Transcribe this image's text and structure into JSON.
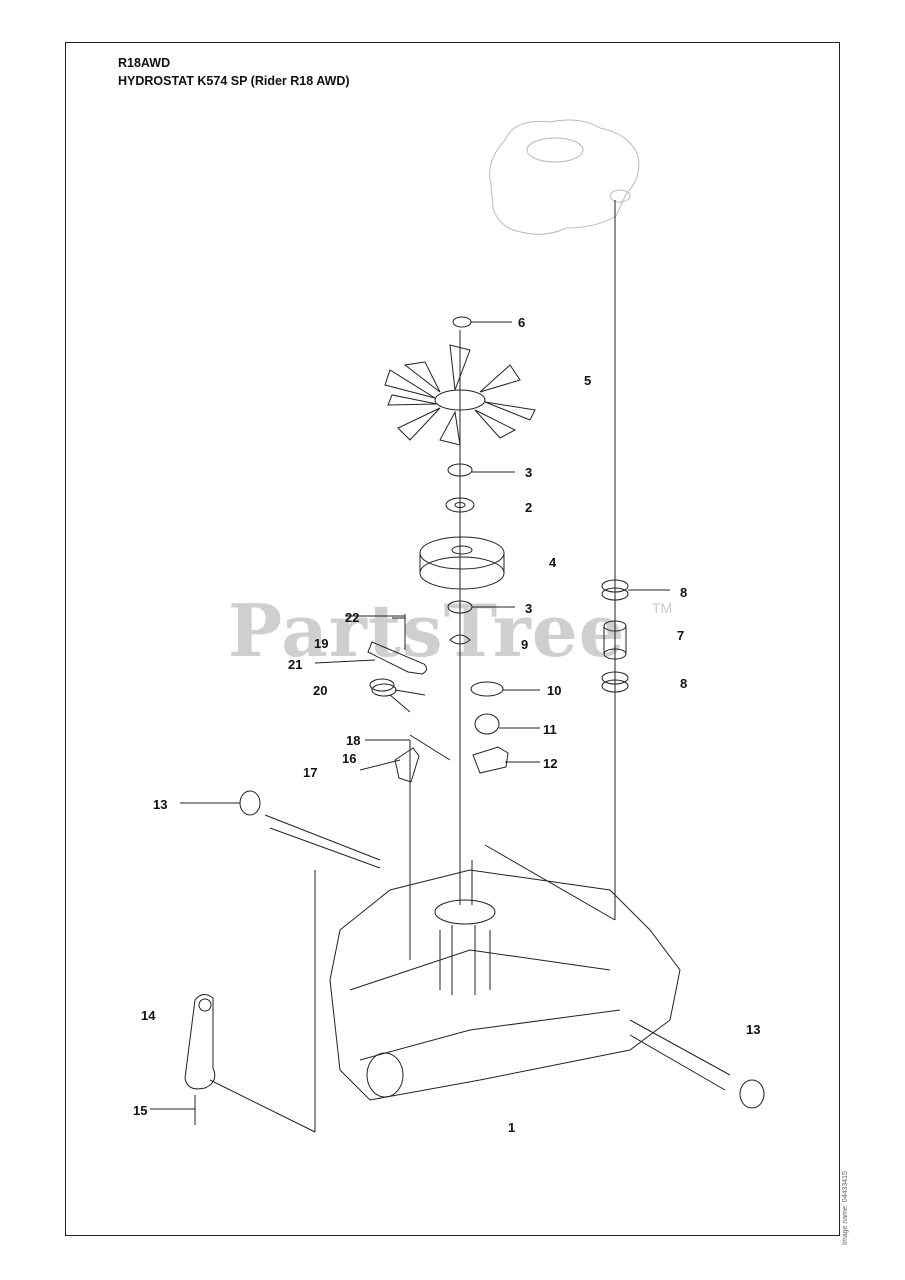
{
  "header": {
    "model": "R18AWD",
    "title": "HYDROSTAT K574 SP (Rider R18 AWD)"
  },
  "watermark": {
    "text": "PartsTree",
    "tm": "TM"
  },
  "side_code": "Image name: 04433415",
  "callouts": [
    "6",
    "5",
    "3",
    "2",
    "4",
    "3",
    "9",
    "22",
    "19",
    "21",
    "20",
    "8",
    "7",
    "8",
    "10",
    "11",
    "12",
    "18",
    "16",
    "17",
    "13",
    "14",
    "15",
    "13",
    "1"
  ]
}
